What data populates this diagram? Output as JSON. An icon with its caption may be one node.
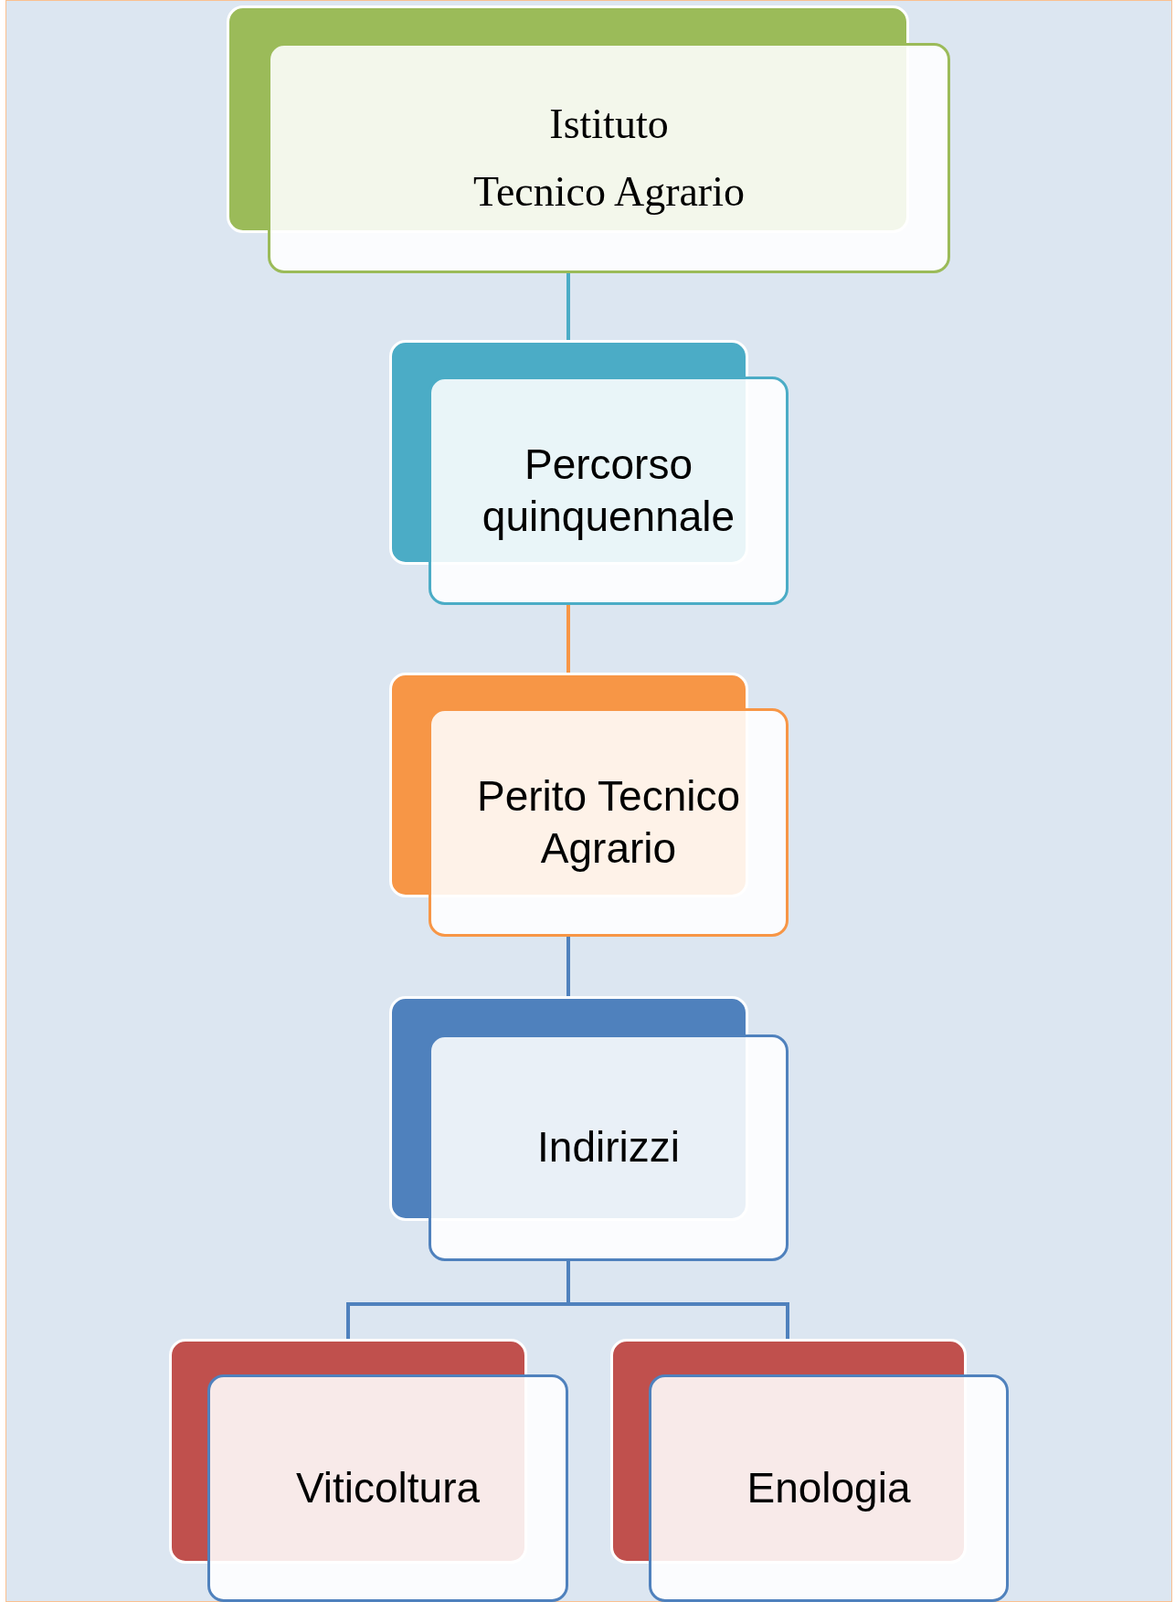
{
  "diagram": {
    "nodes": [
      {
        "text": [
          "Istituto",
          "Tecnico Agrario"
        ]
      },
      {
        "text": [
          "Percorso quinquennale"
        ]
      },
      {
        "text": [
          "Perito Tecnico Agrario"
        ]
      },
      {
        "text": [
          "Indirizzi"
        ]
      },
      {
        "text": [
          "Viticoltura"
        ]
      },
      {
        "text": [
          "Enologia"
        ]
      }
    ],
    "edges": [
      {
        "from": 0,
        "to": 1,
        "arrow": "none",
        "color": "#4bacc6"
      },
      {
        "from": 1,
        "to": 2,
        "arrow": "none",
        "color": "#f79646"
      },
      {
        "from": 2,
        "to": 3,
        "arrow": "none"
      },
      {
        "from": 3,
        "to": 4,
        "arrow": "none"
      },
      {
        "from": 3,
        "to": 5,
        "arrow": "none"
      }
    ]
  }
}
